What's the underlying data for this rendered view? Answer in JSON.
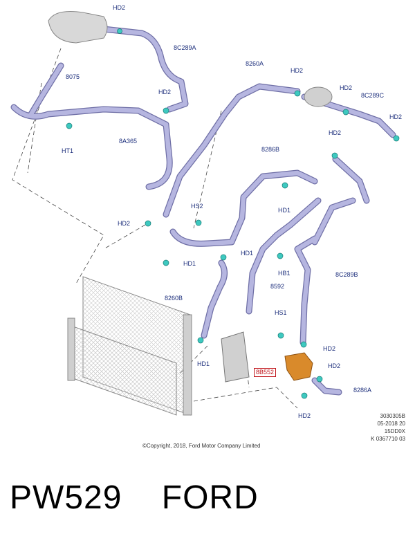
{
  "parts": [
    {
      "id": "hd2_top",
      "text": "HD2"
    },
    {
      "id": "p8c289a",
      "text": "8C289A"
    },
    {
      "id": "p8075",
      "text": "8075"
    },
    {
      "id": "hd2_left",
      "text": "HD2"
    },
    {
      "id": "p8260a",
      "text": "8260A"
    },
    {
      "id": "hd2_mid",
      "text": "HD2"
    },
    {
      "id": "hd2_tr",
      "text": "HD2"
    },
    {
      "id": "p8c289c",
      "text": "8C289C"
    },
    {
      "id": "hd2_far",
      "text": "HD2"
    },
    {
      "id": "ht1",
      "text": "HT1"
    },
    {
      "id": "p8a365",
      "text": "8A365"
    },
    {
      "id": "hd2_r2",
      "text": "HD2"
    },
    {
      "id": "p8286b",
      "text": "8286B"
    },
    {
      "id": "hs2",
      "text": "HS2"
    },
    {
      "id": "hd1_a",
      "text": "HD1"
    },
    {
      "id": "hd2_l2",
      "text": "HD2"
    },
    {
      "id": "hd1_b",
      "text": "HD1"
    },
    {
      "id": "hd1_c",
      "text": "HD1"
    },
    {
      "id": "hb1",
      "text": "HB1"
    },
    {
      "id": "p8c289b",
      "text": "8C289B"
    },
    {
      "id": "p8592",
      "text": "8592"
    },
    {
      "id": "p8260b",
      "text": "8260B"
    },
    {
      "id": "hs1",
      "text": "HS1"
    },
    {
      "id": "hd2_pump",
      "text": "HD2"
    },
    {
      "id": "hd1_d",
      "text": "HD1"
    },
    {
      "id": "hd2_pump2",
      "text": "HD2"
    },
    {
      "id": "p8286a",
      "text": "8286A"
    },
    {
      "id": "hd2_bottom",
      "text": "HD2"
    }
  ],
  "highlight": {
    "text": "8B552",
    "color": "#c0141a"
  },
  "reference_codes": [
    "3030305B",
    "05-2018 20",
    "15DD0X",
    "K 0367710 03"
  ],
  "copyright": "©Copyright, 2018, Ford Motor Company Limited",
  "caption": "PW529    FORD",
  "colors": {
    "hose": "#b6b6e0",
    "hose_edge": "#6f6fa6",
    "clamp": "#3ec9c0",
    "label": "#1d2f7c",
    "pump": "#d98a2b",
    "radiator": "#b8b8b8"
  }
}
